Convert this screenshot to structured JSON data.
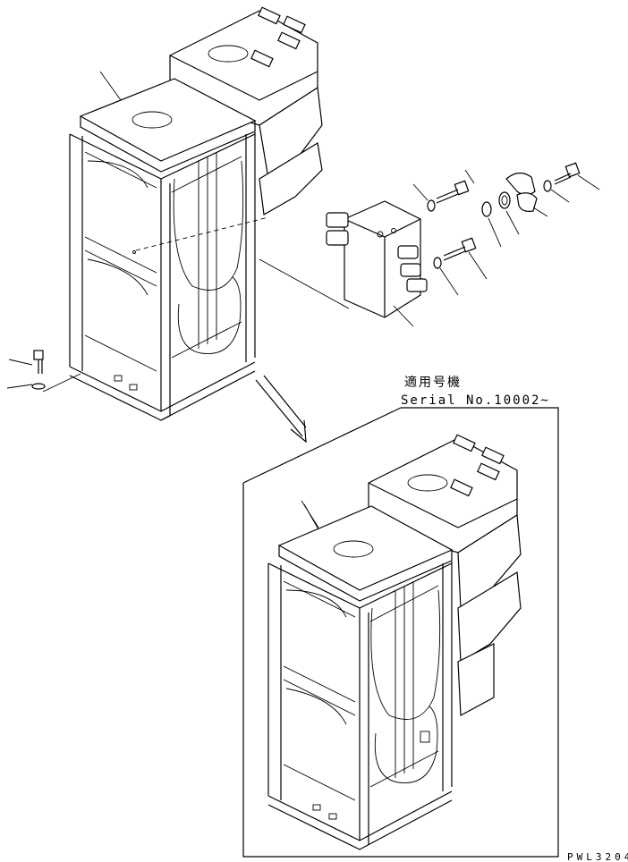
{
  "serial_note": {
    "applicable_models": "適用号機",
    "serial": "Serial No.10002~"
  },
  "drawing_code": "PWL3204",
  "icons": {
    "frame_assembly": "tower-frame-icon",
    "valve_block": "valve-block-icon",
    "arrow": "arrow-down-right-icon"
  }
}
